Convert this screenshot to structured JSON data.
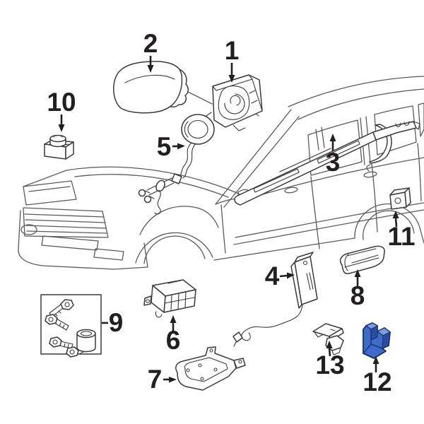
{
  "diagram": {
    "description": "Exploded airbag components parts diagram over an SUV line drawing; part 12 highlighted",
    "background_color": "#ffffff",
    "line_color": "#5a5a5a",
    "part_line_color": "#3a3a3a",
    "label_color": "#231f20",
    "highlight_fill": "#3e6bc9",
    "highlight_light": "#7b9bdd",
    "highlight_dark": "#2a4da0",
    "highlight_outline": "#162f66"
  },
  "callouts": [
    {
      "label": "1"
    },
    {
      "label": "2"
    },
    {
      "label": "3"
    },
    {
      "label": "4"
    },
    {
      "label": "5"
    },
    {
      "label": "6"
    },
    {
      "label": "7"
    },
    {
      "label": "8"
    },
    {
      "label": "9"
    },
    {
      "label": "10"
    },
    {
      "label": "11"
    },
    {
      "label": "12"
    },
    {
      "label": "13"
    }
  ]
}
